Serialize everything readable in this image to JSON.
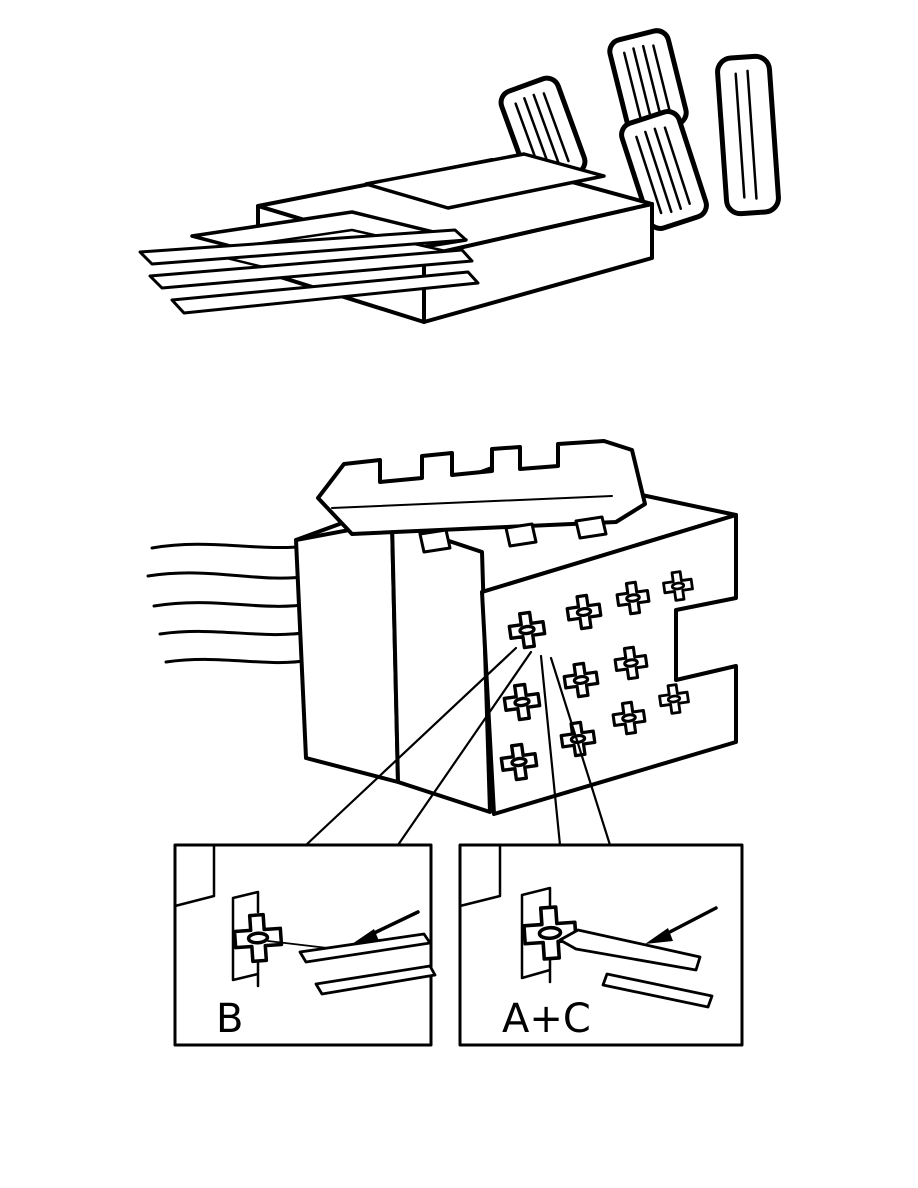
{
  "figure": {
    "description": "connector-terminal-installation-diagram",
    "top_illustration": "crimped-flat-blade-terminal",
    "middle_illustration": "multi-pin-connector-housing",
    "insets": [
      {
        "label": "B"
      },
      {
        "label": "A+C"
      }
    ]
  },
  "colors": {
    "ink": "#000000",
    "background": "#ffffff"
  }
}
